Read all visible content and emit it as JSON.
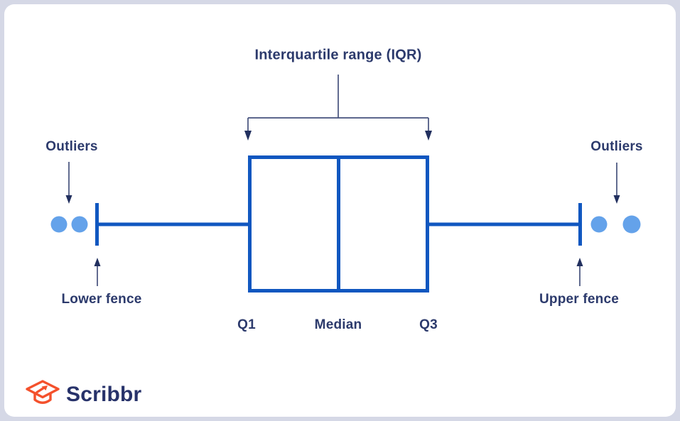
{
  "diagram": {
    "title_label": "Interquartile range (IQR)",
    "outliers_left_label": "Outliers",
    "outliers_right_label": "Outliers",
    "lower_fence_label": "Lower fence",
    "upper_fence_label": "Upper fence",
    "q1_label": "Q1",
    "median_label": "Median",
    "q3_label": "Q3"
  },
  "logo": {
    "text": "Scribbr"
  },
  "colors": {
    "box-blue": "#1057c0",
    "outlier-blue": "#64a2ea",
    "text-navy": "#2c3a6c",
    "arrow-navy": "#46527d",
    "arrowhead-navy": "#22305f",
    "logo-orange": "#f4512c",
    "logo-navy": "#27326a",
    "frame-bg": "#d5d8e6",
    "card-bg": "#ffffff"
  }
}
